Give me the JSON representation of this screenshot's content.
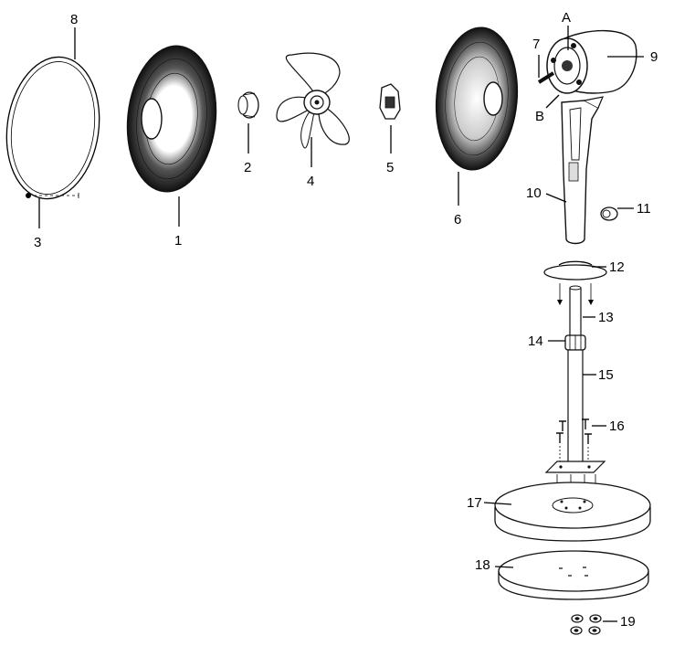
{
  "labels": {
    "p1": "1",
    "p2": "2",
    "p3": "3",
    "p4": "4",
    "p5": "5",
    "p6": "6",
    "p7": "7",
    "p8": "8",
    "p9": "9",
    "p10": "10",
    "p11": "11",
    "p12": "12",
    "p13": "13",
    "p14": "14",
    "p15": "15",
    "p16": "16",
    "p17": "17",
    "p18": "18",
    "p19": "19",
    "pA": "A",
    "pB": "B"
  }
}
